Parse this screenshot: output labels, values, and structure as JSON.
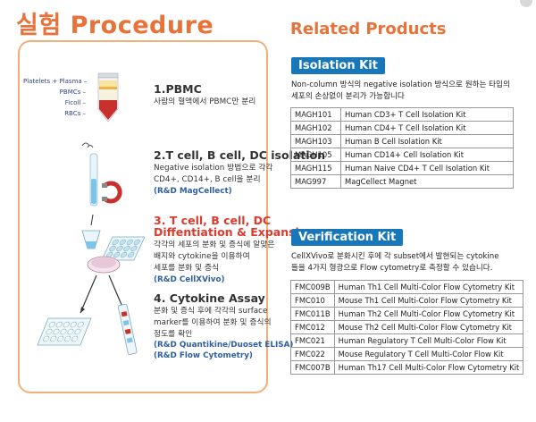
{
  "procedure": {
    "title": "실험 Procedure",
    "tube_labels": [
      "Platelets + Plasma –",
      "PBMCs –",
      "Ficoll –",
      "RBCs –"
    ],
    "steps": [
      {
        "title": "1.PBMC",
        "desc": [
          "사람의 혈액에서 PBMC만 분리"
        ],
        "link": []
      },
      {
        "title": "2.T cell, B cell, DC isolation",
        "desc": [
          "Negative isolation 방법으로 각각",
          "CD4+, CD14+, B cell을 분리"
        ],
        "link": [
          "(R&D MagCellect)"
        ]
      },
      {
        "title_lines": [
          "3. T cell, B cell, DC",
          "Diffentiation & Expansion"
        ],
        "desc": [
          "각각의 세포의 분화 및 증식에 알맞은",
          "배지와 cytokine을 이용하여",
          "세포를 분화 및 증식"
        ],
        "link": [
          "(R&D CellXVivo)"
        ]
      },
      {
        "title": "4. Cytokine Assay",
        "desc": [
          "분화 및 증식 후에 각각의 surface",
          "marker를 이용하여 분화 및 증식의",
          "정도를 확인"
        ],
        "link": [
          "(R&D Quantikine/Duoset ELISA)",
          "(R&D Flow Cytometry)"
        ]
      }
    ]
  },
  "related": {
    "title": "Related Products",
    "isolation": {
      "heading": "Isolation Kit",
      "intro": [
        "Non-column 방식의 negative isolation 방식으로 원하는 타입의",
        "세포의 손상없이 분리가 가능합니다"
      ],
      "rows": [
        [
          "MAGH101",
          "Human CD3+ T Cell Isolation Kit"
        ],
        [
          "MAGH102",
          "Human CD4+ T Cell Isolation Kit"
        ],
        [
          "MAGH103",
          "Human B Cell Isolation Kit"
        ],
        [
          "MAGH105",
          "Human CD14+ Cell Isolation Kit"
        ],
        [
          "MAGH115",
          "Human Naive CD4+ T Cell Isolation Kit"
        ],
        [
          "MAG997",
          "MagCellect Magnet"
        ]
      ]
    },
    "verification": {
      "heading": "Verification Kit",
      "intro": [
        "CellXVivo로 분화시킨 후에 각 subset에서 발현되는 cytokine",
        "들을 4가지 형광으로 Flow cytometry로 측정할 수 있습니다."
      ],
      "rows": [
        [
          "FMC009B",
          "Human Th1 Cell Multi-Color Flow Cytometry Kit"
        ],
        [
          "FMC010",
          "Mouse Th1 Cell Multi-Color Flow Cytometry Kit"
        ],
        [
          "FMC011B",
          "Human Th2 Cell Multi-Color Flow Cytometry Kit"
        ],
        [
          "FMC012",
          "Mouse Th2 Cell Multi-Color Flow Cytometry Kit"
        ],
        [
          "FMC021",
          "Human Regulatory T Cell Multi-Color Flow Kit"
        ],
        [
          "FMC022",
          "Mouse Regulatory T Cell Multi-Color Flow Kit"
        ],
        [
          "FMC007B",
          "Human Th17 Cell Multi-Color Flow Cytometry Kit"
        ]
      ]
    }
  }
}
